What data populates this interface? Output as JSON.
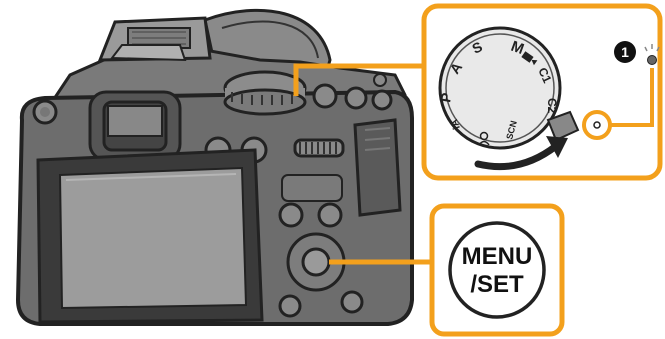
{
  "mode_dial": {
    "labels": [
      "M",
      "S",
      "A",
      "P",
      "iA",
      "C1",
      "C2",
      "SCN"
    ]
  },
  "callout": {
    "number": "1"
  },
  "menu_set_button": {
    "line1": "MENU",
    "line2": "/SET"
  },
  "colors": {
    "callout_frame": "#f3a01c",
    "camera_body": "#6d6d6d",
    "camera_dark": "#3a3a3a",
    "screen": "#9c9c9c"
  }
}
